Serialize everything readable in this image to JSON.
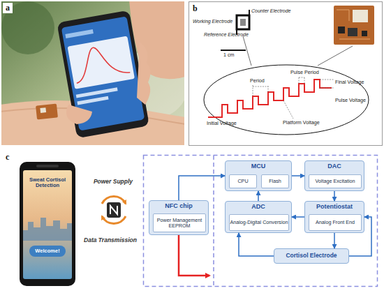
{
  "diagram": {
    "nodes": [
      {
        "text": [
          "Welcome!"
        ]
      },
      {
        "text": [
          "NFC chip"
        ]
      },
      {
        "text": [
          "Power Management EEPROM"
        ],
        "in": 1
      },
      {
        "text": [
          "MCU"
        ]
      },
      {
        "text": [
          "CPU"
        ],
        "in": 3
      },
      {
        "text": [
          "Flash"
        ],
        "in": 3
      },
      {
        "text": [
          "DAC"
        ]
      },
      {
        "text": [
          "Voltage Excitation"
        ],
        "in": 6
      },
      {
        "text": [
          "ADC"
        ]
      },
      {
        "text": [
          "Analog-Digital Conversion"
        ],
        "in": 8
      },
      {
        "text": [
          "Potentiostat"
        ]
      },
      {
        "text": [
          "Analog Front End"
        ],
        "in": 10
      },
      {
        "text": [
          "Cortisol Electrode"
        ]
      }
    ],
    "edges": [
      {
        "from": 1,
        "to": 3,
        "arrow": "to"
      },
      {
        "from": 3,
        "to": 6,
        "arrow": "to"
      },
      {
        "from": 6,
        "to": 10,
        "arrow": "to"
      },
      {
        "from": 10,
        "to": 8,
        "arrow": "to"
      },
      {
        "from": 8,
        "to": 3,
        "arrow": "to"
      },
      {
        "from": 10,
        "to": 12,
        "arrow": "to"
      },
      {
        "from": 12,
        "to": 10,
        "arrow": "to"
      },
      {
        "from": 12,
        "to": 8,
        "arrow": "to"
      }
    ],
    "labels": [
      "a",
      "b",
      "Counter Electrode",
      "Working Electrode",
      "Reference Electrode",
      "1 cm",
      "Pulse Period",
      "Period",
      "Initial Voltage",
      "Final Voltage",
      "Pulse Voltage",
      "Platform Voltage",
      "c",
      "Sweat Cortisol Detection",
      "Power Supply",
      "Data Transmission"
    ]
  }
}
